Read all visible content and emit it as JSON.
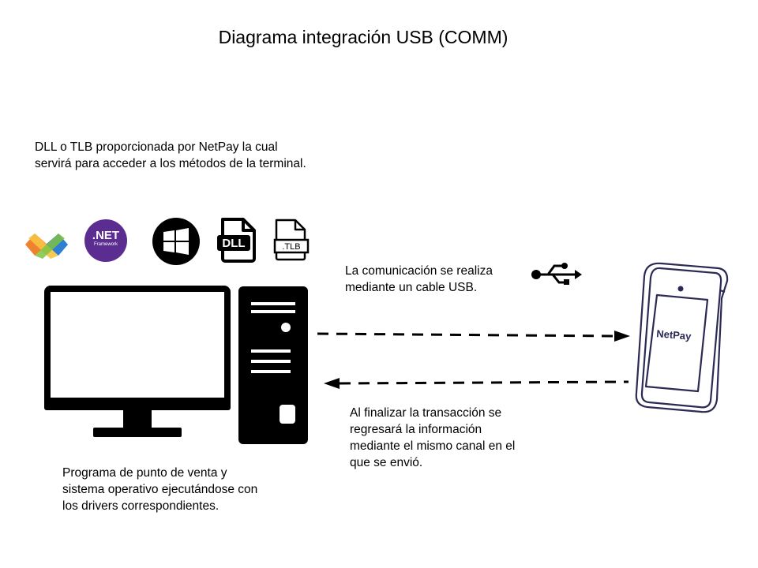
{
  "title": "Diagrama integración USB (COMM)",
  "texts": {
    "dll_description": "DLL o TLB proporcionada por NetPay la cual\nservirá para acceder a los métodos de la terminal.",
    "usb_description": "La comunicación se realiza\nmediante un cable USB.",
    "return_description": "Al finalizar la transacción se\nregresará la información\nmediante el mismo canal  en el\nque se envió.",
    "pos_description": "Programa de punto de venta y\nsistema operativo ejecutándose con\nlos drivers correspondientes."
  },
  "icons": {
    "net_label": ".NET",
    "net_sub": "Framework",
    "dll_label": "DLL",
    "tlb_label": ".TLB"
  },
  "terminal": {
    "brand": "NetPay"
  },
  "colors": {
    "net_purple": "#5c2d91",
    "terminal_outline": "#2b2a55",
    "vs_orange": "#f0812e",
    "vs_blue": "#2e7fd4",
    "vs_yellow": "#f6c343"
  }
}
